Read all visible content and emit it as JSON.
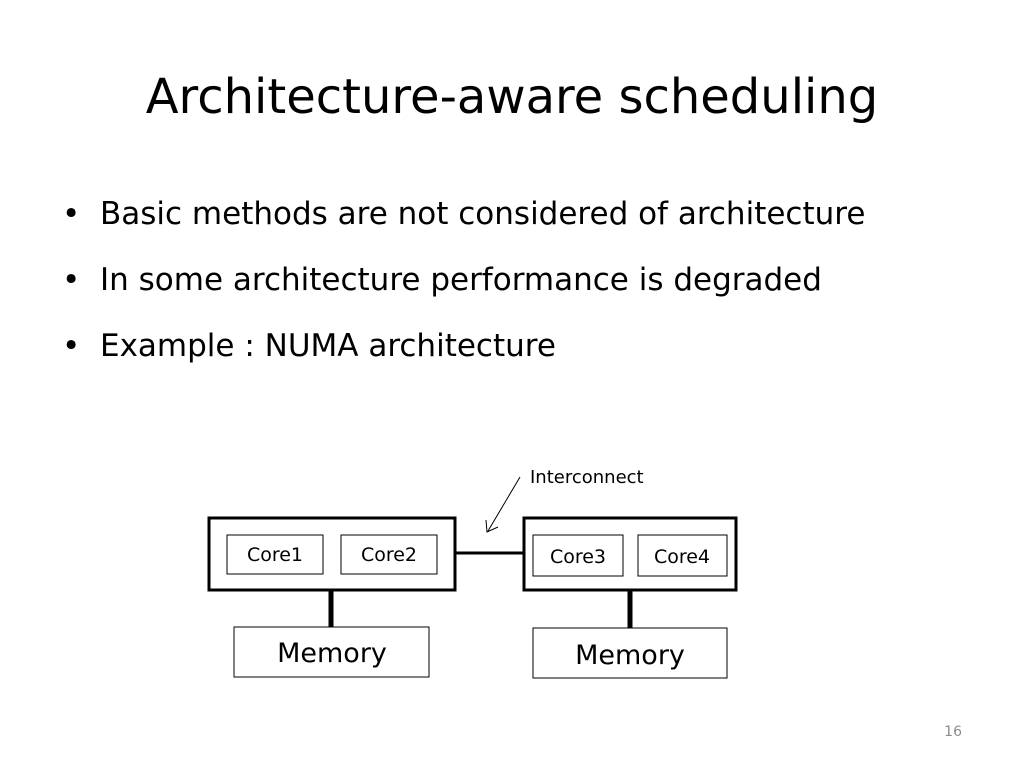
{
  "slide": {
    "title": "Architecture-aware scheduling",
    "bullets": [
      "Basic methods are not considered of architecture",
      "In some architecture performance is degraded",
      "Example : NUMA architecture"
    ],
    "page_number": "16"
  },
  "diagram": {
    "interconnect_label": "Interconnect",
    "node_left": {
      "cores": [
        "Core1",
        "Core2"
      ],
      "memory": "Memory"
    },
    "node_right": {
      "cores": [
        "Core3",
        "Core4"
      ],
      "memory": "Memory"
    }
  }
}
